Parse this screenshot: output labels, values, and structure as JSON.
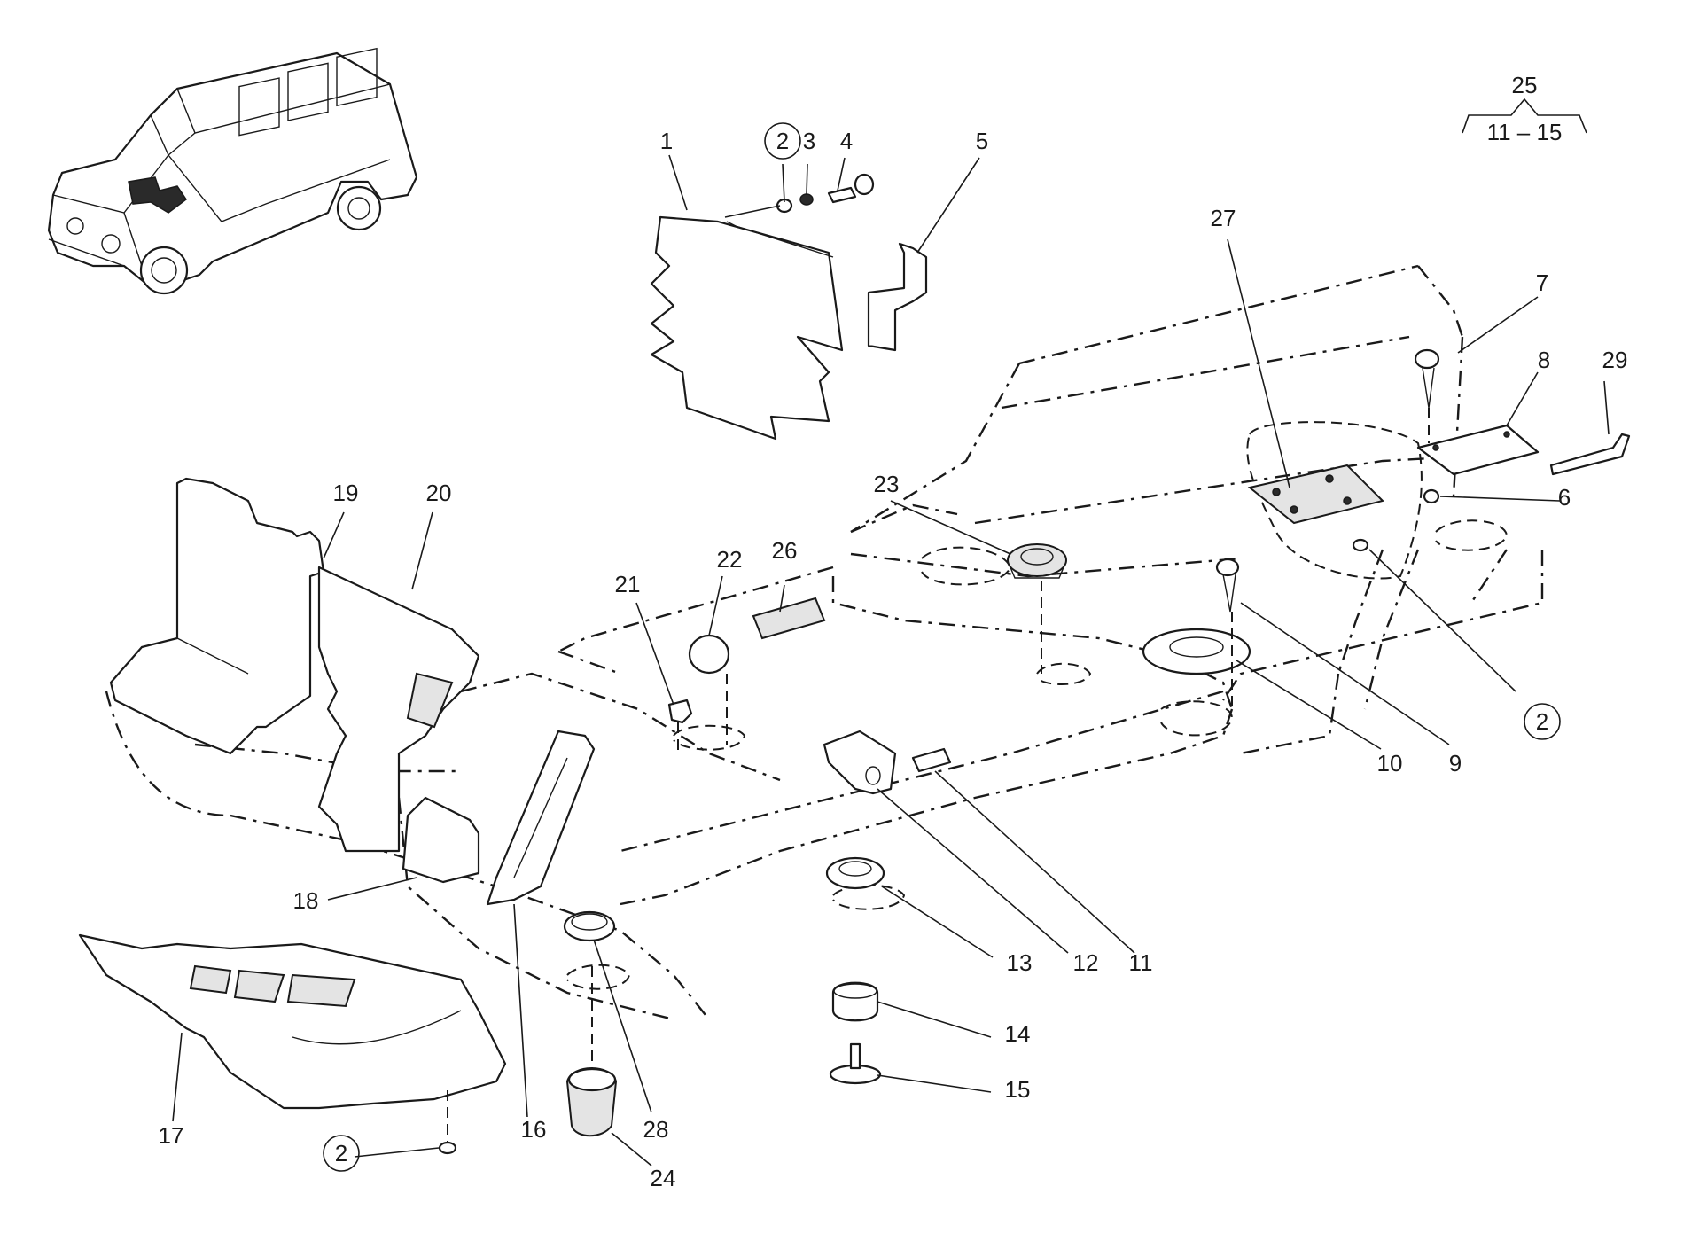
{
  "diagram": {
    "callouts": [
      {
        "id": "c1",
        "label": "1"
      },
      {
        "id": "c2a",
        "label": "2"
      },
      {
        "id": "c3",
        "label": "3"
      },
      {
        "id": "c4",
        "label": "4"
      },
      {
        "id": "c5",
        "label": "5"
      },
      {
        "id": "c6",
        "label": "6"
      },
      {
        "id": "c7",
        "label": "7"
      },
      {
        "id": "c8",
        "label": "8"
      },
      {
        "id": "c29",
        "label": "29"
      },
      {
        "id": "c27",
        "label": "27"
      },
      {
        "id": "c23",
        "label": "23"
      },
      {
        "id": "c26",
        "label": "26"
      },
      {
        "id": "c22",
        "label": "22"
      },
      {
        "id": "c21",
        "label": "21"
      },
      {
        "id": "c19",
        "label": "19"
      },
      {
        "id": "c20",
        "label": "20"
      },
      {
        "id": "c9",
        "label": "9"
      },
      {
        "id": "c10",
        "label": "10"
      },
      {
        "id": "c2b",
        "label": "2"
      },
      {
        "id": "c18",
        "label": "18"
      },
      {
        "id": "c12",
        "label": "12"
      },
      {
        "id": "c11",
        "label": "11"
      },
      {
        "id": "c13",
        "label": "13"
      },
      {
        "id": "c14",
        "label": "14"
      },
      {
        "id": "c15",
        "label": "15"
      },
      {
        "id": "c17",
        "label": "17"
      },
      {
        "id": "c16",
        "label": "16"
      },
      {
        "id": "c28",
        "label": "28"
      },
      {
        "id": "c24",
        "label": "24"
      },
      {
        "id": "c2c",
        "label": "2"
      }
    ],
    "group_note": {
      "top": "25",
      "range": "11 – 15"
    }
  }
}
